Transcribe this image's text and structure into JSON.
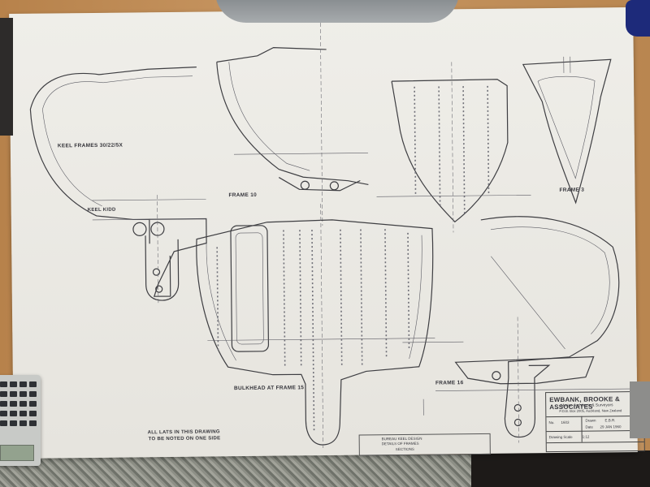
{
  "drawing": {
    "sections": [
      {
        "id": "frame-10",
        "label": "FRAME 10"
      },
      {
        "id": "frame-3",
        "label": "FRAME 3"
      },
      {
        "id": "frame-16",
        "label": "FRAME 16"
      },
      {
        "id": "bulkhead",
        "label": "BULKHEAD AT FRAME 15"
      }
    ],
    "notes": [
      "KEEL FRAMES 30/22/5X",
      "KEEL KIDD",
      "ALL LATS IN THIS DRAWING",
      "TO BE NOTED ON ONE SIDE"
    ]
  },
  "title_block": {
    "company": "EWBANK, BROOKE & ASSOCIATES",
    "subtitle": "Marine Architects & Surveyors",
    "address": "P.O.B. Box 2005, Auckland, New Zealand",
    "number_label": "No.",
    "number_value": "1603",
    "drawn_label": "Drawn",
    "drawn_value": "E.B.R.",
    "date_label": "Date",
    "date_value": "29 JAN 1960",
    "scale_label": "Drawing Scale",
    "scale_value": "1:12"
  },
  "small_title": {
    "line1": "BUREAU KEEL DESIGN",
    "line2": "DETAILS OF FRAMES",
    "line3": "SECTIONS"
  }
}
